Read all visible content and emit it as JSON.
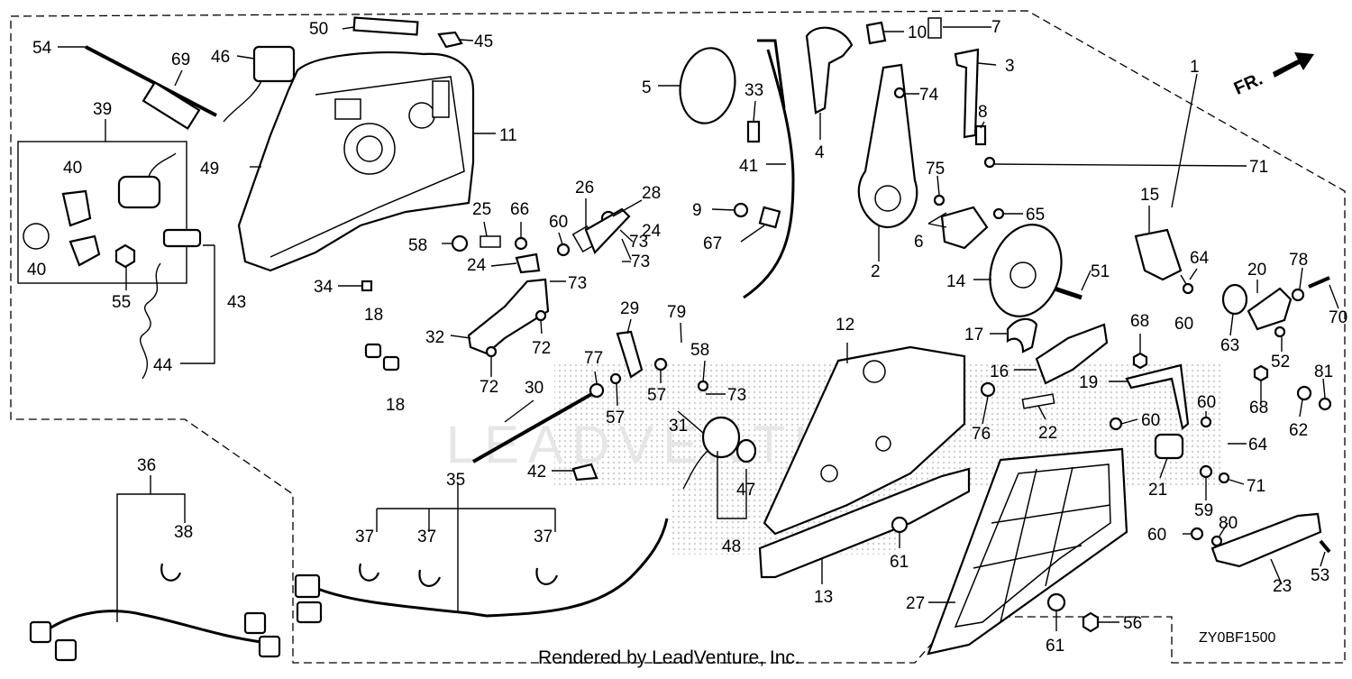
{
  "diagram": {
    "drawing_code": "ZY0BF1500",
    "footer": "Rendered by LeadVenture, Inc.",
    "watermark": "LEADVENTURE",
    "direction_label": "FR.",
    "colors": {
      "line": "#000000",
      "background": "#ffffff",
      "watermark": "#e6e6e6",
      "screen": "#d9d9d9"
    },
    "callouts": [
      {
        "id": "c1",
        "text": "1"
      },
      {
        "id": "c2",
        "text": "2"
      },
      {
        "id": "c3",
        "text": "3"
      },
      {
        "id": "c4",
        "text": "4"
      },
      {
        "id": "c5",
        "text": "5"
      },
      {
        "id": "c6",
        "text": "6"
      },
      {
        "id": "c7",
        "text": "7"
      },
      {
        "id": "c8",
        "text": "8"
      },
      {
        "id": "c9",
        "text": "9"
      },
      {
        "id": "c10",
        "text": "10"
      },
      {
        "id": "c11",
        "text": "11"
      },
      {
        "id": "c12",
        "text": "12"
      },
      {
        "id": "c13",
        "text": "13"
      },
      {
        "id": "c14",
        "text": "14"
      },
      {
        "id": "c15",
        "text": "15"
      },
      {
        "id": "c16",
        "text": "16"
      },
      {
        "id": "c17",
        "text": "17"
      },
      {
        "id": "c18a",
        "text": "18"
      },
      {
        "id": "c18b",
        "text": "18"
      },
      {
        "id": "c19",
        "text": "19"
      },
      {
        "id": "c20",
        "text": "20"
      },
      {
        "id": "c21",
        "text": "21"
      },
      {
        "id": "c22",
        "text": "22"
      },
      {
        "id": "c23",
        "text": "23"
      },
      {
        "id": "c24a",
        "text": "24"
      },
      {
        "id": "c24b",
        "text": "24"
      },
      {
        "id": "c25",
        "text": "25"
      },
      {
        "id": "c26",
        "text": "26"
      },
      {
        "id": "c27",
        "text": "27"
      },
      {
        "id": "c28",
        "text": "28"
      },
      {
        "id": "c29",
        "text": "29"
      },
      {
        "id": "c30",
        "text": "30"
      },
      {
        "id": "c31",
        "text": "31"
      },
      {
        "id": "c32",
        "text": "32"
      },
      {
        "id": "c33",
        "text": "33"
      },
      {
        "id": "c34",
        "text": "34"
      },
      {
        "id": "c35",
        "text": "35"
      },
      {
        "id": "c36",
        "text": "36"
      },
      {
        "id": "c37a",
        "text": "37"
      },
      {
        "id": "c37b",
        "text": "37"
      },
      {
        "id": "c37c",
        "text": "37"
      },
      {
        "id": "c38",
        "text": "38"
      },
      {
        "id": "c39",
        "text": "39"
      },
      {
        "id": "c40a",
        "text": "40"
      },
      {
        "id": "c40b",
        "text": "40"
      },
      {
        "id": "c41",
        "text": "41"
      },
      {
        "id": "c42",
        "text": "42"
      },
      {
        "id": "c43",
        "text": "43"
      },
      {
        "id": "c44",
        "text": "44"
      },
      {
        "id": "c45",
        "text": "45"
      },
      {
        "id": "c46",
        "text": "46"
      },
      {
        "id": "c47",
        "text": "47"
      },
      {
        "id": "c48",
        "text": "48"
      },
      {
        "id": "c49",
        "text": "49"
      },
      {
        "id": "c50",
        "text": "50"
      },
      {
        "id": "c51",
        "text": "51"
      },
      {
        "id": "c52",
        "text": "52"
      },
      {
        "id": "c53",
        "text": "53"
      },
      {
        "id": "c54",
        "text": "54"
      },
      {
        "id": "c55",
        "text": "55"
      },
      {
        "id": "c56",
        "text": "56"
      },
      {
        "id": "c57a",
        "text": "57"
      },
      {
        "id": "c57b",
        "text": "57"
      },
      {
        "id": "c58a",
        "text": "58"
      },
      {
        "id": "c58b",
        "text": "58"
      },
      {
        "id": "c59",
        "text": "59"
      },
      {
        "id": "c60a",
        "text": "60"
      },
      {
        "id": "c60b",
        "text": "60"
      },
      {
        "id": "c60c",
        "text": "60"
      },
      {
        "id": "c60d",
        "text": "60"
      },
      {
        "id": "c60e",
        "text": "60"
      },
      {
        "id": "c61a",
        "text": "61"
      },
      {
        "id": "c61b",
        "text": "61"
      },
      {
        "id": "c62",
        "text": "62"
      },
      {
        "id": "c63",
        "text": "63"
      },
      {
        "id": "c64a",
        "text": "64"
      },
      {
        "id": "c64b",
        "text": "64"
      },
      {
        "id": "c65",
        "text": "65"
      },
      {
        "id": "c66",
        "text": "66"
      },
      {
        "id": "c67",
        "text": "67"
      },
      {
        "id": "c68a",
        "text": "68"
      },
      {
        "id": "c68b",
        "text": "68"
      },
      {
        "id": "c69",
        "text": "69"
      },
      {
        "id": "c70",
        "text": "70"
      },
      {
        "id": "c71a",
        "text": "71"
      },
      {
        "id": "c71b",
        "text": "71"
      },
      {
        "id": "c72a",
        "text": "72"
      },
      {
        "id": "c72b",
        "text": "72"
      },
      {
        "id": "c73a",
        "text": "73"
      },
      {
        "id": "c73b",
        "text": "73"
      },
      {
        "id": "c73c",
        "text": "73"
      },
      {
        "id": "c73d",
        "text": "73"
      },
      {
        "id": "c74",
        "text": "74"
      },
      {
        "id": "c75",
        "text": "75"
      },
      {
        "id": "c76",
        "text": "76"
      },
      {
        "id": "c77",
        "text": "77"
      },
      {
        "id": "c78",
        "text": "78"
      },
      {
        "id": "c79",
        "text": "79"
      },
      {
        "id": "c80",
        "text": "80"
      },
      {
        "id": "c81",
        "text": "81"
      }
    ]
  }
}
